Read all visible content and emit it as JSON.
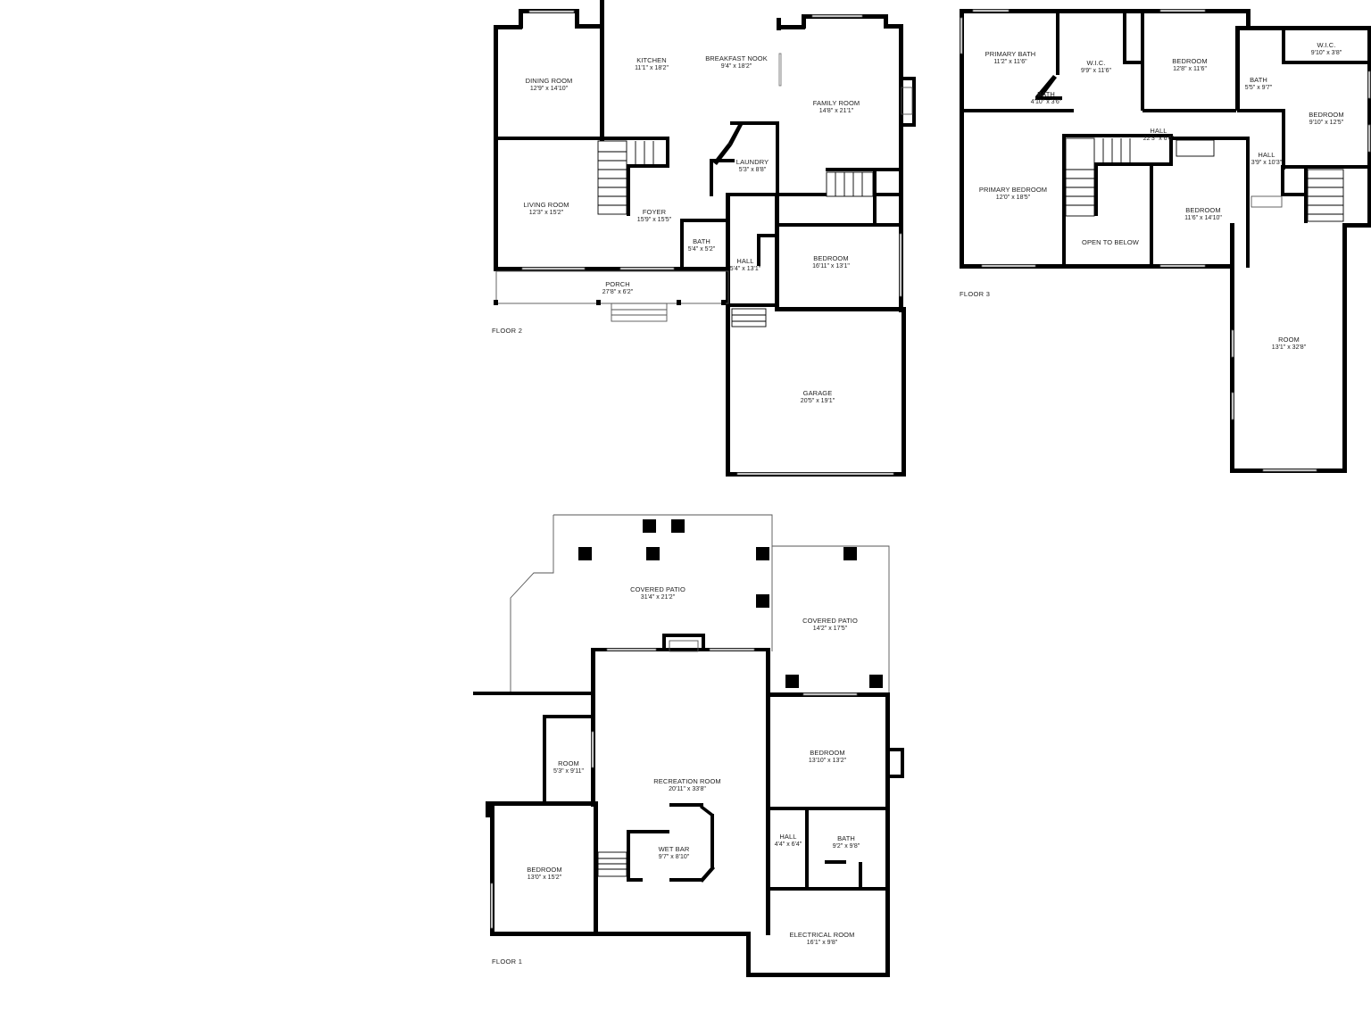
{
  "colors": {
    "wall": "#000000",
    "background": "#ffffff",
    "text": "#222222"
  },
  "floors": [
    {
      "id": "floor-2",
      "label": "FLOOR 2",
      "rooms": [
        {
          "key": "dining-room",
          "name": "DINING ROOM",
          "dims": "12'9\" x 14'10\""
        },
        {
          "key": "kitchen",
          "name": "KITCHEN",
          "dims": "11'1\" x 18'2\""
        },
        {
          "key": "breakfast-nook",
          "name": "BREAKFAST NOOK",
          "dims": "9'4\" x 18'2\""
        },
        {
          "key": "family-room",
          "name": "FAMILY ROOM",
          "dims": "14'8\" x 21'1\""
        },
        {
          "key": "laundry",
          "name": "LAUNDRY",
          "dims": "5'3\" x 8'8\""
        },
        {
          "key": "living-room",
          "name": "LIVING ROOM",
          "dims": "12'3\" x 15'2\""
        },
        {
          "key": "foyer",
          "name": "FOYER",
          "dims": "15'9\" x 15'5\""
        },
        {
          "key": "bath",
          "name": "BATH",
          "dims": "5'4\" x 5'2\""
        },
        {
          "key": "hall",
          "name": "HALL",
          "dims": "5'4\" x 13'1\""
        },
        {
          "key": "bedroom",
          "name": "BEDROOM",
          "dims": "16'11\" x 13'1\""
        },
        {
          "key": "porch",
          "name": "PORCH",
          "dims": "27'8\" x 6'2\""
        },
        {
          "key": "garage",
          "name": "GARAGE",
          "dims": "20'5\" x 19'1\""
        }
      ]
    },
    {
      "id": "floor-3",
      "label": "FLOOR 3",
      "rooms": [
        {
          "key": "primary-bath",
          "name": "PRIMARY BATH",
          "dims": "11'2\" x 11'6\""
        },
        {
          "key": "wic-1",
          "name": "W.I.C.",
          "dims": "9'9\" x 11'6\""
        },
        {
          "key": "bath-small",
          "name": "BATH",
          "dims": "4'10\" x 3'6\""
        },
        {
          "key": "bedroom-1",
          "name": "BEDROOM",
          "dims": "12'8\" x 11'6\""
        },
        {
          "key": "bath-2",
          "name": "BATH",
          "dims": "5'5\" x 9'7\""
        },
        {
          "key": "wic-2",
          "name": "W.I.C.",
          "dims": "9'10\" x 3'8\""
        },
        {
          "key": "bedroom-2",
          "name": "BEDROOM",
          "dims": "9'10\" x 12'5\""
        },
        {
          "key": "hall-main",
          "name": "HALL",
          "dims": "22'3\" x 6'6\""
        },
        {
          "key": "hall-side",
          "name": "HALL",
          "dims": "3'9\" x 10'3\""
        },
        {
          "key": "primary-bedroom",
          "name": "PRIMARY BEDROOM",
          "dims": "12'0\" x 18'5\""
        },
        {
          "key": "open-to-below",
          "name": "OPEN TO BELOW",
          "dims": ""
        },
        {
          "key": "bedroom-3",
          "name": "BEDROOM",
          "dims": "11'6\" x 14'10\""
        },
        {
          "key": "room",
          "name": "ROOM",
          "dims": "13'1\" x 32'8\""
        }
      ]
    },
    {
      "id": "floor-1",
      "label": "FLOOR 1",
      "rooms": [
        {
          "key": "covered-patio-1",
          "name": "COVERED PATIO",
          "dims": "31'4\" x 21'2\""
        },
        {
          "key": "covered-patio-2",
          "name": "COVERED PATIO",
          "dims": "14'2\" x 17'5\""
        },
        {
          "key": "room",
          "name": "ROOM",
          "dims": "5'3\" x 9'11\""
        },
        {
          "key": "recreation-room",
          "name": "RECREATION ROOM",
          "dims": "20'11\" x 33'8\""
        },
        {
          "key": "bedroom-1",
          "name": "BEDROOM",
          "dims": "13'10\" x 13'2\""
        },
        {
          "key": "hall",
          "name": "HALL",
          "dims": "4'4\" x 6'4\""
        },
        {
          "key": "bath",
          "name": "BATH",
          "dims": "9'2\" x 9'8\""
        },
        {
          "key": "wet-bar",
          "name": "WET BAR",
          "dims": "9'7\" x 8'10\""
        },
        {
          "key": "bedroom-2",
          "name": "BEDROOM",
          "dims": "13'0\" x 15'2\""
        },
        {
          "key": "electrical-room",
          "name": "ELECTRICAL ROOM",
          "dims": "16'1\" x 9'8\""
        }
      ]
    }
  ]
}
